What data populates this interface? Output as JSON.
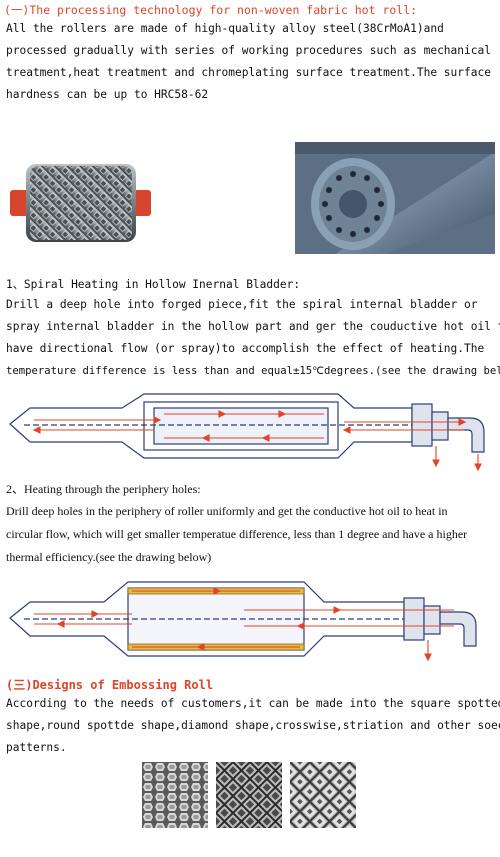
{
  "section1": {
    "title": "(一)The processing technology for non-woven fabric hot roll:",
    "paragraph": [
      "  All the rollers are made of high-quality alloy steel(38CrMoA1)and",
      "processed gradually with series of working procedures such as mechanical",
      "treatment,heat treatment and chromeplating surface treatment.The surface",
      "hardness can be up to HRC58-62"
    ]
  },
  "spiral": {
    "heading": "1、Spiral Heating in Hollow Inernal Bladder:",
    "paragraph": [
      "  Drill a deep hole into forged piece,fit the spiral internal bladder or",
      "spray internal bladder in the hollow part and ger the couductive hot oil to",
      "have directional flow (or spray)to accomplish the effect of heating.The",
      "temperature difference is less than and equal±15℃degrees.(see the drawing below)"
    ]
  },
  "periphery": {
    "heading": "2、Heating through the periphery holes:",
    "paragraph": [
      "    Drill deep holes in the periphery of roller uniformly and get the conductive hot oil to heat in",
      "circular flow, which will get smaller temperatue difference, less than 1 degree and have a higher",
      "thermal efficiency.(see the drawing below)"
    ]
  },
  "embossing": {
    "title": "(三)Designs of Embossing Roll",
    "paragraph": [
      "    According to the needs of customers,it can be made into the square spotted",
      "shape,round spottde shape,diamond shape,crosswise,striation and other soecial",
      "patterns."
    ]
  },
  "colors": {
    "accent": "#e0442a",
    "steel": "#6f8aa8",
    "diagram_line": "#2c3e7a"
  }
}
